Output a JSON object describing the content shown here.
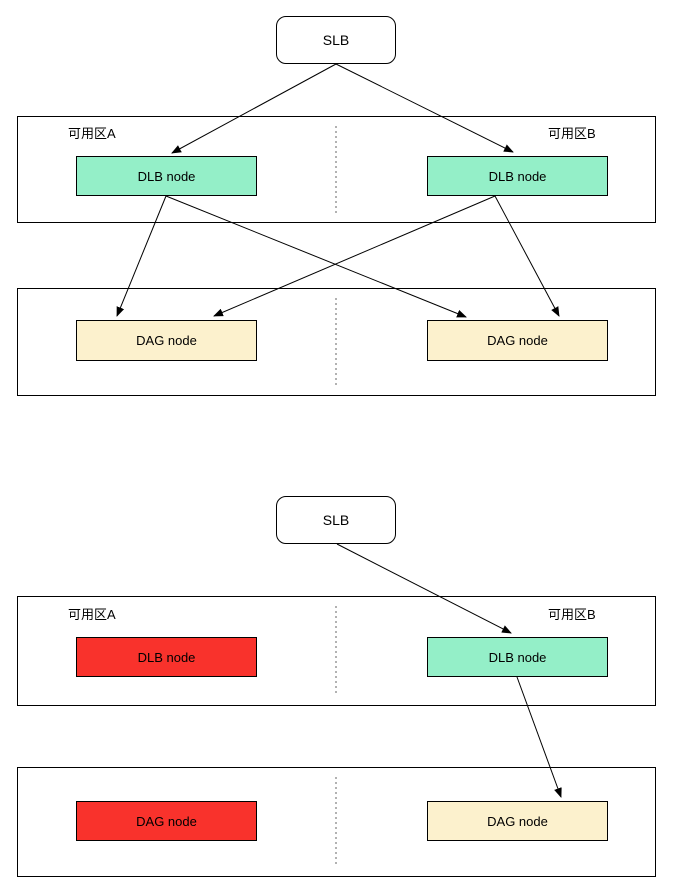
{
  "colors": {
    "healthy_dlb_fill": "#94EFC8",
    "healthy_dag_fill": "#FCF1CD",
    "failed_fill": "#F9322C",
    "box_border": "#000000",
    "edge_stroke": "#000000",
    "divider_stroke": "#666666"
  },
  "diagram1": {
    "slb_label": "SLB",
    "zone_a_label": "可用区A",
    "zone_b_label": "可用区B",
    "dlb_a": {
      "label": "DLB node",
      "color": "#94EFC8"
    },
    "dlb_b": {
      "label": "DLB node",
      "color": "#94EFC8"
    },
    "dag_a": {
      "label": "DAG node",
      "color": "#FCF1CD"
    },
    "dag_b": {
      "label": "DAG node",
      "color": "#FCF1CD"
    },
    "edges": [
      {
        "from": "slb",
        "to": "dlb-a"
      },
      {
        "from": "slb",
        "to": "dlb-b"
      },
      {
        "from": "dlb-a",
        "to": "dag-a"
      },
      {
        "from": "dlb-a",
        "to": "dag-b"
      },
      {
        "from": "dlb-b",
        "to": "dag-a"
      },
      {
        "from": "dlb-b",
        "to": "dag-b"
      }
    ]
  },
  "diagram2": {
    "slb_label": "SLB",
    "zone_a_label": "可用区A",
    "zone_b_label": "可用区B",
    "dlb_a": {
      "label": "DLB node",
      "color": "#F9322C"
    },
    "dlb_b": {
      "label": "DLB node",
      "color": "#94EFC8"
    },
    "dag_a": {
      "label": "DAG node",
      "color": "#F9322C"
    },
    "dag_b": {
      "label": "DAG node",
      "color": "#FCF1CD"
    },
    "edges": [
      {
        "from": "slb",
        "to": "dlb-b"
      },
      {
        "from": "dlb-b",
        "to": "dag-b"
      }
    ]
  }
}
